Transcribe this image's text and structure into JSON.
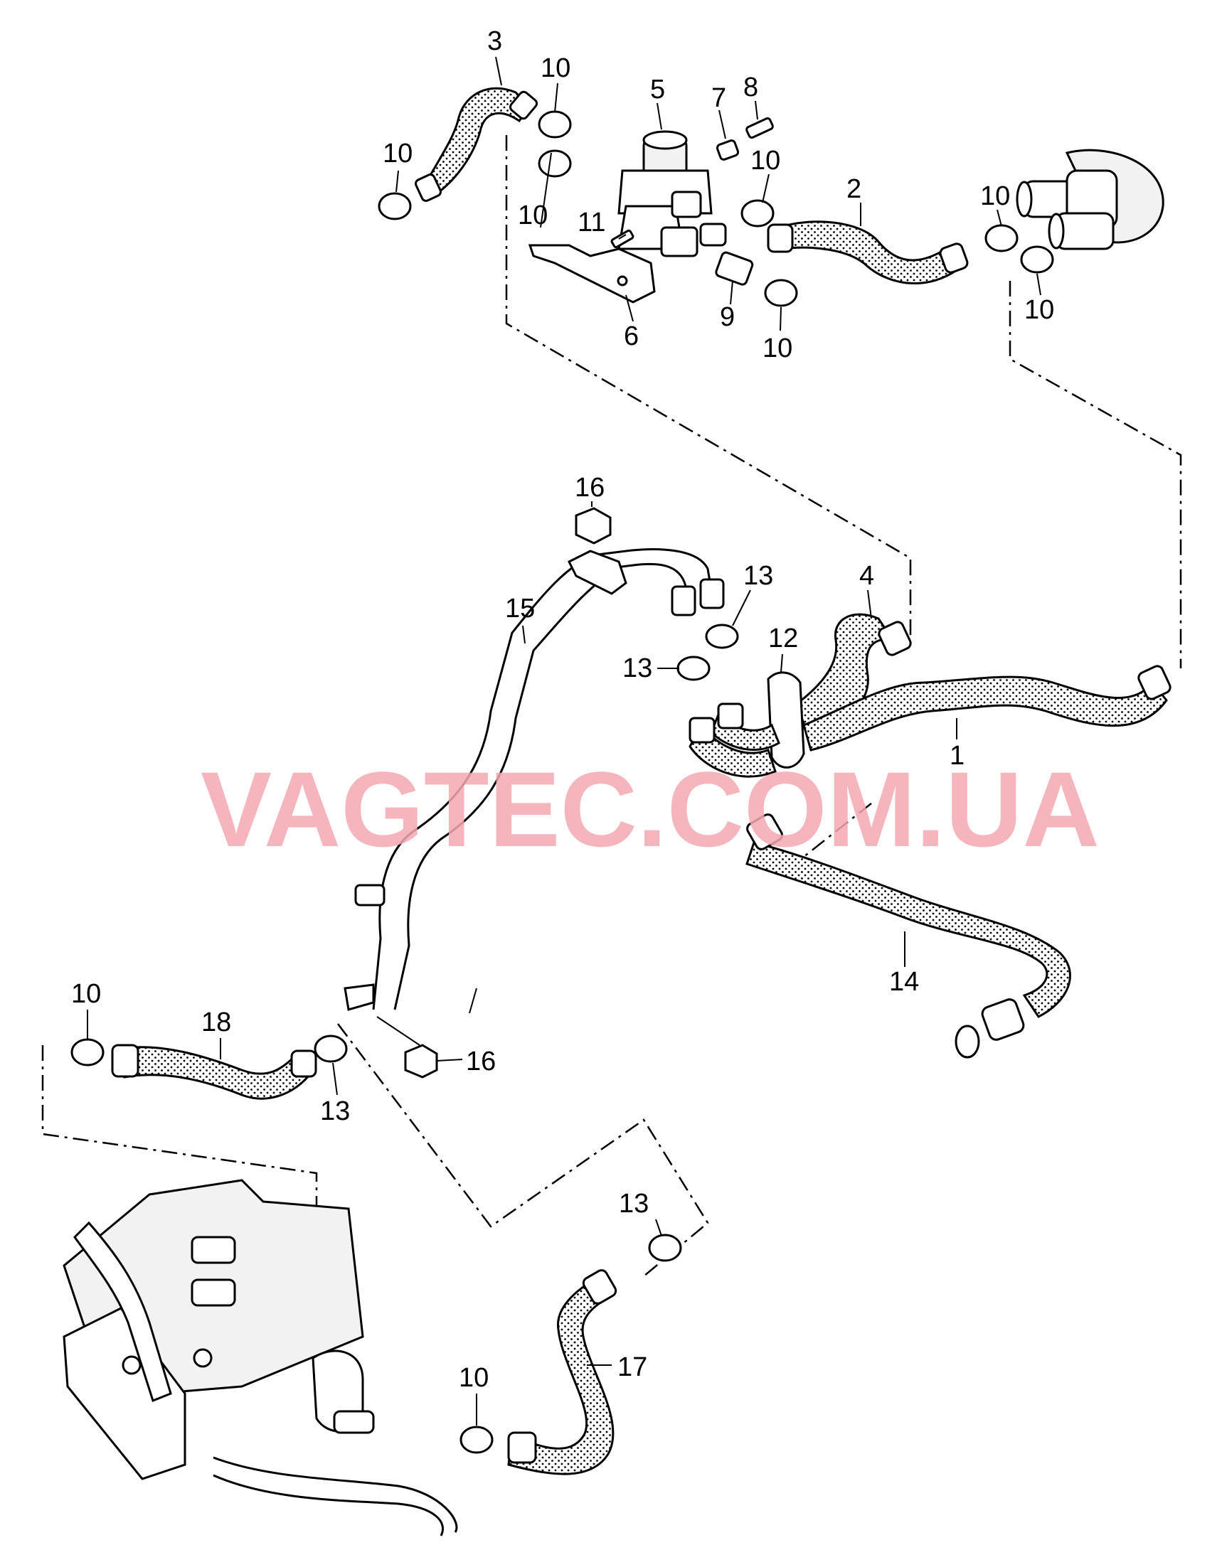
{
  "watermark": "VAGTEC.COM.UA",
  "callouts": {
    "n1": "1",
    "n2": "2",
    "n3": "3",
    "n4": "4",
    "n5": "5",
    "n6": "6",
    "n7": "7",
    "n8": "8",
    "n9": "9",
    "n10": "10",
    "n11": "11",
    "n12": "12",
    "n13": "13",
    "n14": "14",
    "n15": "15",
    "n16": "16",
    "n17": "17",
    "n18": "18"
  }
}
